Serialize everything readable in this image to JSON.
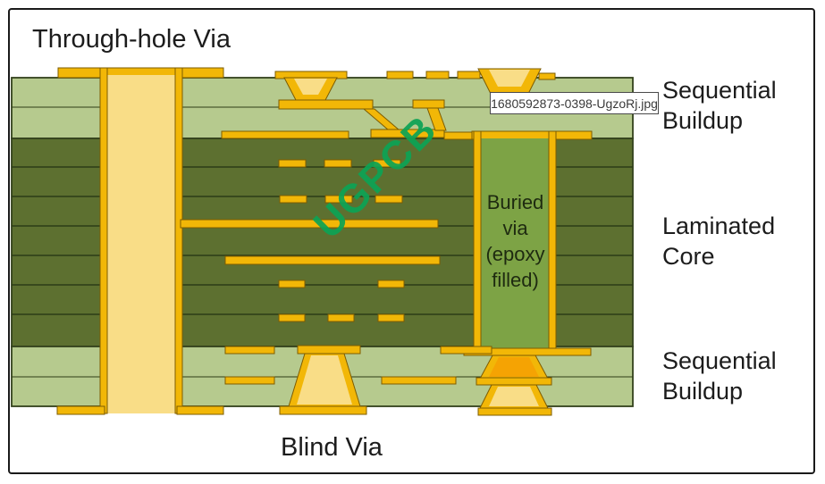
{
  "labels": {
    "title": "Through-hole Via",
    "sequential_buildup_top": "Sequential\nBuildup",
    "laminated_core": "Laminated\nCore",
    "sequential_buildup_bottom": "Sequential\nBuildup",
    "blind_via": "Blind Via",
    "buried_via": "Buried\nvia\n(epoxy\nfilled)",
    "watermark": "UGPCB",
    "filename_tooltip": "1680592873-0398-UgzoRj.jpg"
  },
  "colors": {
    "background": "#ffffff",
    "frame_border": "#1a1a1a",
    "buildup_green": "#b6ca8e",
    "core_olive": "#5d7030",
    "core_line": "#2d3c17",
    "outline_dark": "#33421c",
    "copper": "#f2b707",
    "copper_outline": "#7d5c00",
    "via_fill_pale": "#f9dd87",
    "microvia_orange": "#f5a303",
    "buried_green": "#7da345",
    "watermark_green": "#0da355",
    "tooltip_border": "#4a4a4a",
    "text_dark": "#1c1c1c"
  }
}
